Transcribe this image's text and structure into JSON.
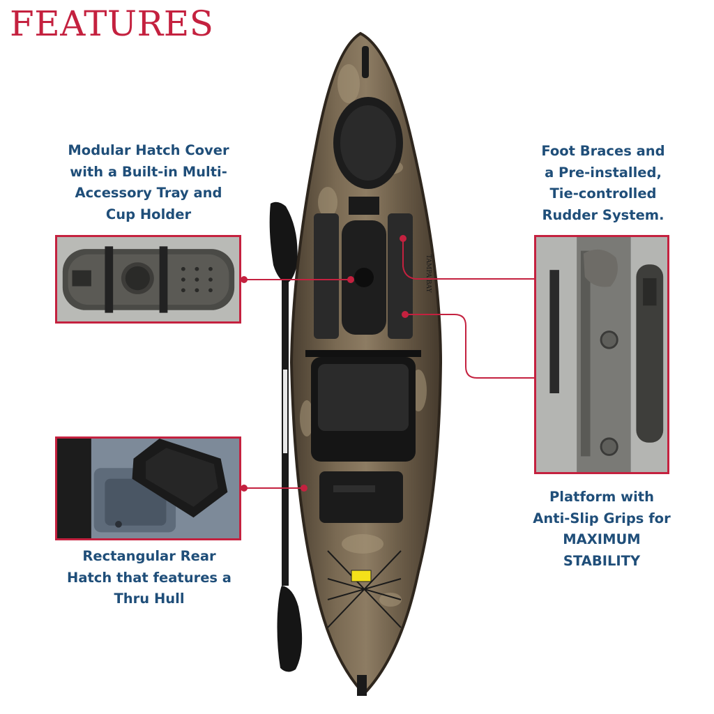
{
  "page": {
    "title": "FEATURES"
  },
  "colors": {
    "accent": "#c4213f",
    "caption_text": "#1f4e79",
    "kayak_camo": "#6b5a44"
  },
  "features": {
    "hatch_cover": {
      "caption": "Modular Hatch Cover\nwith a Built-in Multi-\nAccessory Tray and\nCup Holder"
    },
    "foot_braces": {
      "caption": "Foot Braces and\na Pre-installed,\nTie-controlled\nRudder System."
    },
    "rear_hatch": {
      "caption": "Rectangular Rear\nHatch that features a\nThru Hull"
    },
    "platform": {
      "caption": "Platform with\nAnti-Slip Grips for\nMAXIMUM\nSTABILITY"
    }
  },
  "kayak": {
    "brand_text": "TAMPA BAY"
  }
}
